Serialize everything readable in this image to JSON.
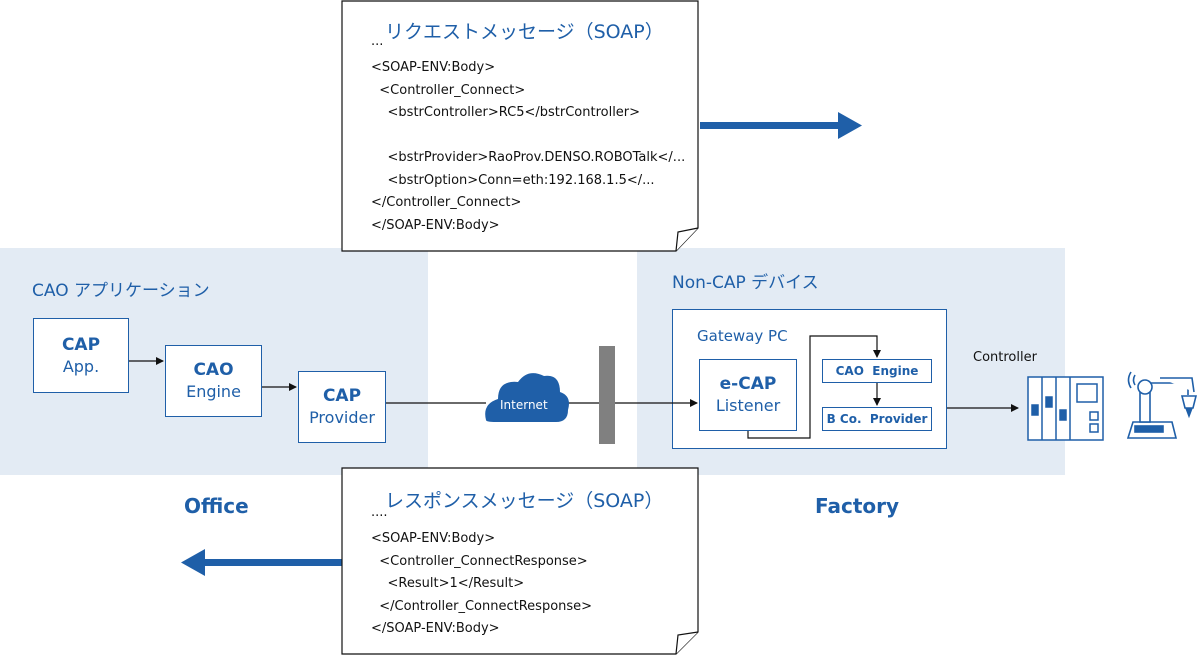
{
  "request_doc": {
    "title": "リクエストメッセージ（SOAP）",
    "lines": [
      "...",
      "<SOAP-ENV:Body>",
      "  <Controller_Connect>",
      "    <bstrController>RC5</bstrController>",
      "",
      "    <bstrProvider>RaoProv.DENSO.ROBOTalk</...",
      "    <bstrOption>Conn=eth:192.168.1.5</...",
      "</Controller_Connect>",
      "</SOAP-ENV:Body>"
    ]
  },
  "response_doc": {
    "title": "レスポンスメッセージ（SOAP）",
    "lines": [
      "....",
      "<SOAP-ENV:Body>",
      "  <Controller_ConnectResponse>",
      "    <Result>1</Result>",
      "  </Controller_ConnectResponse>",
      "</SOAP-ENV:Body>"
    ]
  },
  "office": {
    "section_title": "CAO アプリケーション",
    "label": "Office",
    "cap_app": {
      "line1": "CAP",
      "line2": "App."
    },
    "cao_engine": {
      "line1": "CAO",
      "line2": "Engine"
    },
    "cap_provider": {
      "line1": "CAP",
      "line2": "Provider"
    }
  },
  "network": {
    "internet_label": "Internet"
  },
  "factory": {
    "section_title": "Non-CAP デバイス",
    "label": "Factory",
    "gateway_title": "Gateway PC",
    "ecap_listener": {
      "line1": "e-CAP",
      "line2": "Listener"
    },
    "cao_engine_small": "CAO  Engine",
    "bco_provider": "B Co.  Provider",
    "controller_label": "Controller"
  },
  "colors": {
    "accent": "#1f5fa8",
    "band": "#e3ebf4",
    "firewall": "#808080"
  }
}
